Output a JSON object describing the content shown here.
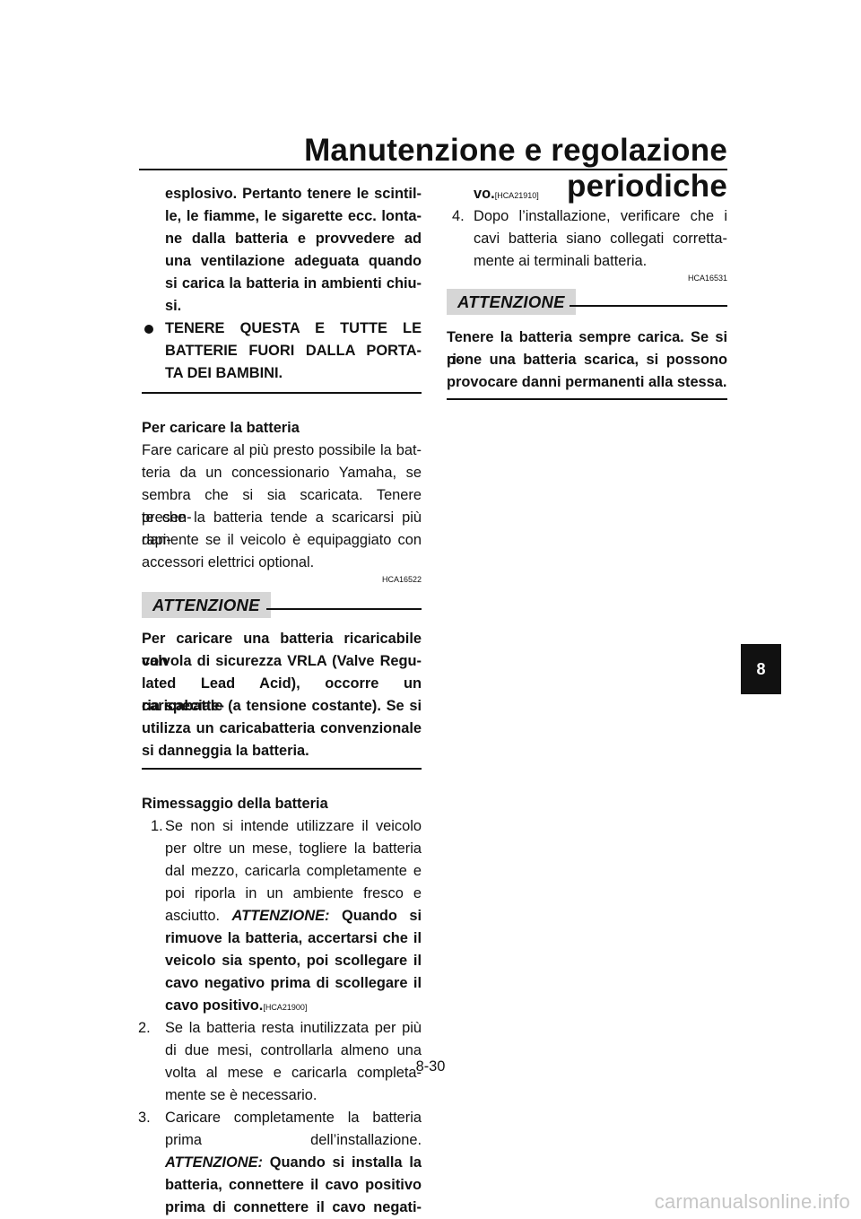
{
  "header": {
    "title": "Manutenzione e regolazione periodiche"
  },
  "left": {
    "warning_cont": [
      "esplosivo. Pertanto tenere le scintil-",
      "le, le fiamme, le sigarette ecc. lonta-",
      "ne dalla batteria e provvedere ad",
      "una ventilazione adeguata quando",
      "si carica la batteria in ambienti chiu-",
      "si."
    ],
    "bullet": [
      "TENERE QUESTA E TUTTE LE",
      "BATTERIE FUORI DALLA PORTA-",
      "TA DEI BAMBINI."
    ],
    "charge_heading": "Per caricare la batteria",
    "charge_text": [
      "Fare caricare al più presto possibile la bat-",
      "teria da un concessionario Yamaha, se",
      "sembra che si sia scaricata. Tenere presen-",
      "te che la batteria tende a scaricarsi più rapi-",
      "damente se il veicolo è equipaggiato con",
      "accessori elettrici optional."
    ],
    "code1": "HCA16522",
    "attention_label": "ATTENZIONE",
    "attention_text": [
      "Per caricare una batteria ricaricabile con",
      "valvola di sicurezza VRLA (Valve Regu-",
      "lated Lead Acid), occorre un caricabatte-",
      "ria speciale (a tensione costante). Se si",
      "utilizza un caricabatteria convenzionale",
      "si danneggia la batteria."
    ],
    "storage_heading": "Rimessaggio della batteria",
    "item1": {
      "num": "1.",
      "lines": [
        "Se non si intende utilizzare il veicolo",
        "per oltre un mese, togliere la batteria",
        "dal mezzo, caricarla completamente e",
        "poi riporla in un ambiente fresco e"
      ],
      "line5_plain": "asciutto.",
      "att_label": "ATTENZIONE:",
      "line5_bold": "Quando si",
      "bold_lines": [
        "rimuove la batteria, accertarsi che il",
        "veicolo sia spento, poi scollegare il",
        "cavo negativo prima di scollegare il"
      ],
      "last_bold": "cavo positivo.",
      "code": "[HCA21900]"
    },
    "item2": {
      "num": "2.",
      "lines": [
        "Se la batteria resta inutilizzata per più",
        "di due mesi, controllarla almeno una",
        "volta al mese e caricarla completa-",
        "mente se è necessario."
      ]
    },
    "item3": {
      "num": "3.",
      "line1": "Caricare completamente la batteria",
      "line2": "prima dell’installazione.",
      "att_label": "ATTENZIONE:",
      "line3_bold": "Quando si installa la",
      "bold_lines": [
        "batteria, connettere il cavo positivo",
        "prima di connettere il cavo negati-"
      ]
    }
  },
  "right": {
    "cont_bold": "vo.",
    "cont_code": "[HCA21910]",
    "item4": {
      "num": "4.",
      "lines": [
        "Dopo l’installazione, verificare che i",
        "cavi batteria siano collegati corretta-",
        "mente ai terminali batteria."
      ]
    },
    "code2": "HCA16531",
    "attention_label": "ATTENZIONE",
    "attention_text": [
      "Tenere la batteria sempre carica. Se si ri-",
      "pone una batteria scarica, si possono",
      "provocare danni permanenti alla stessa."
    ]
  },
  "tab": "8",
  "page_number": "8-30",
  "watermark": "carmanualsonline.info"
}
